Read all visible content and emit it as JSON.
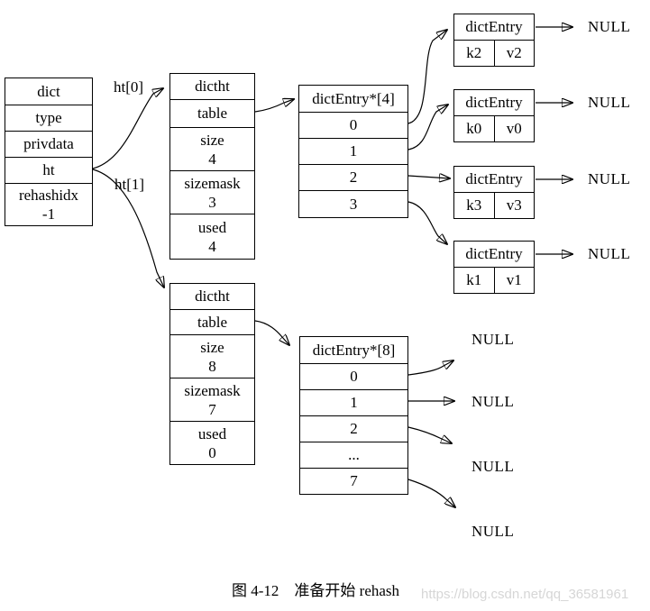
{
  "caption": "图 4-12　准备开始 rehash",
  "watermark": "https://blog.csdn.net/qq_36581961",
  "labels": {
    "ht0": "ht[0]",
    "ht1": "ht[1]"
  },
  "dict_box": {
    "title": "dict",
    "rows": [
      "type",
      "privdata",
      "ht"
    ],
    "rehash_label": "rehashidx",
    "rehash_value": "-1"
  },
  "dictht_top": {
    "title": "dictht",
    "table_label": "table",
    "fields": [
      {
        "label": "size",
        "value": "4"
      },
      {
        "label": "sizemask",
        "value": "3"
      },
      {
        "label": "used",
        "value": "4"
      }
    ]
  },
  "dictht_bottom": {
    "title": "dictht",
    "table_label": "table",
    "fields": [
      {
        "label": "size",
        "value": "8"
      },
      {
        "label": "sizemask",
        "value": "7"
      },
      {
        "label": "used",
        "value": "0"
      }
    ]
  },
  "bucket4": {
    "title": "dictEntry*[4]",
    "slots": [
      "0",
      "1",
      "2",
      "3"
    ]
  },
  "bucket8": {
    "title": "dictEntry*[8]",
    "slots": [
      "0",
      "1",
      "2",
      "...",
      "7"
    ]
  },
  "entries": [
    {
      "title": "dictEntry",
      "key": "k2",
      "value": "v2",
      "next": "NULL"
    },
    {
      "title": "dictEntry",
      "key": "k0",
      "value": "v0",
      "next": "NULL"
    },
    {
      "title": "dictEntry",
      "key": "k3",
      "value": "v3",
      "next": "NULL"
    },
    {
      "title": "dictEntry",
      "key": "k1",
      "value": "v1",
      "next": "NULL"
    }
  ],
  "bucket8_nulls": [
    "NULL",
    "NULL",
    "NULL",
    "NULL"
  ],
  "colors": {
    "line": "#000000",
    "text": "#000000",
    "background": "#ffffff",
    "watermark": "#d6d6d6"
  }
}
